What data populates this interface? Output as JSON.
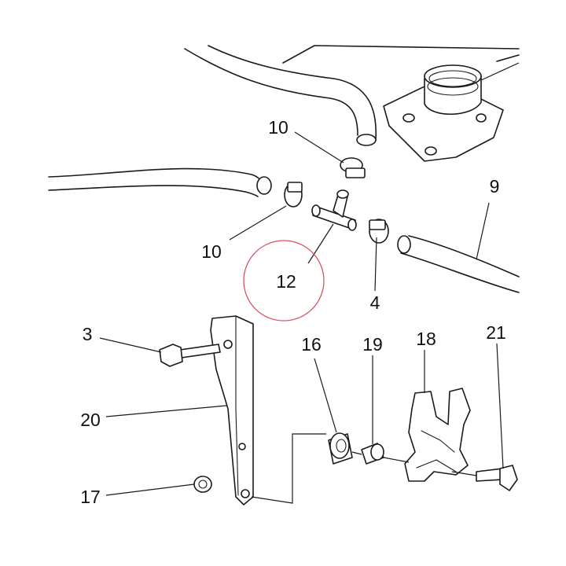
{
  "callouts": [
    {
      "id": "label-10-upper",
      "text": "10"
    },
    {
      "id": "label-9",
      "text": "9"
    },
    {
      "id": "label-10-lower",
      "text": "10"
    },
    {
      "id": "label-12",
      "text": "12"
    },
    {
      "id": "label-4",
      "text": "4"
    },
    {
      "id": "label-3",
      "text": "3"
    },
    {
      "id": "label-16",
      "text": "16"
    },
    {
      "id": "label-19",
      "text": "19"
    },
    {
      "id": "label-18",
      "text": "18"
    },
    {
      "id": "label-21",
      "text": "21"
    },
    {
      "id": "label-20",
      "text": "20"
    },
    {
      "id": "label-17",
      "text": "17"
    }
  ],
  "highlight_color": "#d9535f",
  "line_color": "#1a1a1a"
}
